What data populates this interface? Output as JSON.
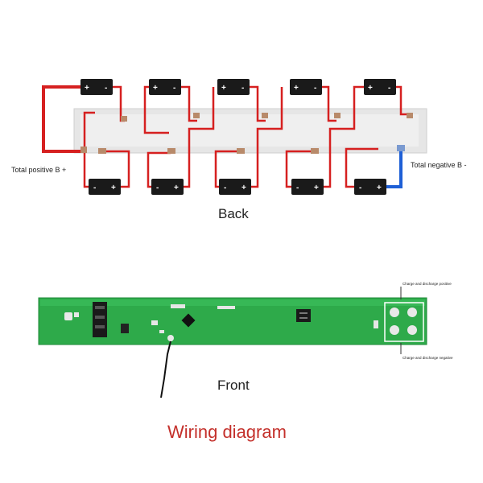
{
  "back": {
    "label": "Back",
    "total_positive": "Total positive B +",
    "total_negative": "Total negative B -",
    "terminal_plus": "+",
    "terminal_minus": "-"
  },
  "front": {
    "label": "Front",
    "connector_note_top": "Charge and discharge positive",
    "connector_note_bottom": "Charge and discharge negative"
  },
  "caption": "Wiring diagram",
  "colors": {
    "wire_red": "#d62020",
    "wire_blue": "#1e5fd6",
    "board_green": "#2eaa4a",
    "board_strip": "#e6e6e6",
    "battery": "#1a1a1a",
    "caption_red": "#c4302b"
  }
}
